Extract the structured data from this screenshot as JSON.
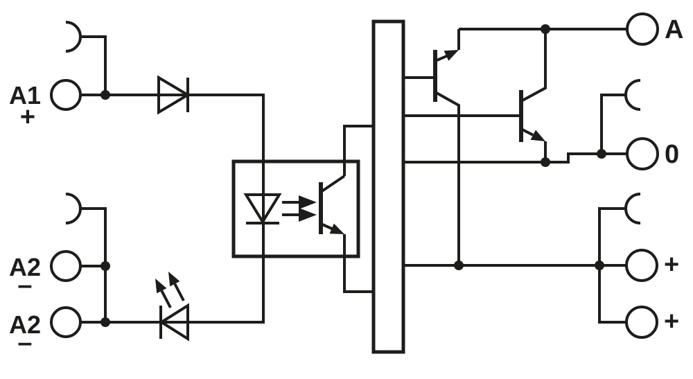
{
  "colors": {
    "ink": "#1d1d1b",
    "background": "#ffffff"
  },
  "terminals": {
    "a1": {
      "label": "A1",
      "polarity": "+"
    },
    "a2_upper": {
      "label": "A2",
      "polarity": "–"
    },
    "a2_lower": {
      "label": "A2",
      "polarity": "–"
    },
    "a_output": {
      "label": "A"
    },
    "zero_output": {
      "label": "0"
    },
    "plus_upper": {
      "label": "+"
    },
    "plus_lower": {
      "label": "+"
    }
  }
}
